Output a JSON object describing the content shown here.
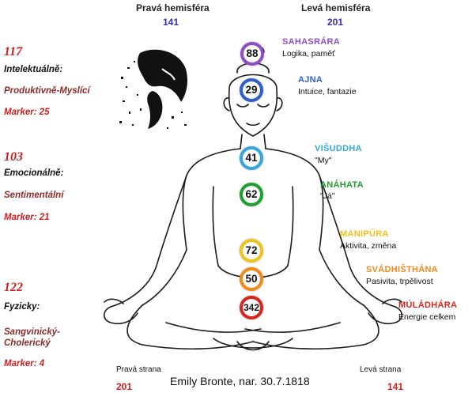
{
  "header": {
    "right_hemisphere_label": "Pravá hemisféra",
    "right_hemisphere_value": "141",
    "left_hemisphere_label": "Levá hemisféra",
    "left_hemisphere_value": "201"
  },
  "categories": [
    {
      "score": "117",
      "label": "Intelektuálně:",
      "type": "Produktivně-Myslící",
      "marker": "Marker: 25"
    },
    {
      "score": "103",
      "label": "Emocionálně:",
      "type": "Sentimentální",
      "marker": "Marker: 21"
    },
    {
      "score": "122",
      "label": "Fyzicky:",
      "type_line1": "Sangvinický-",
      "type_line2": "Cholerický",
      "marker": "Marker: 4"
    }
  ],
  "chakras": [
    {
      "value": "88",
      "name": "SAHASRÁRA",
      "desc": "Logika, paměť",
      "color": "#8e4fc6"
    },
    {
      "value": "29",
      "name": "AJNA",
      "desc": "Intuice, fantazie",
      "color": "#2f5fc9"
    },
    {
      "value": "41",
      "name": "VIŠUDDHA",
      "desc": "\"My\"",
      "color": "#36a7dc"
    },
    {
      "value": "62",
      "name": "ANÁHATA",
      "desc": "\"Já\"",
      "color": "#1ea12e"
    },
    {
      "value": "72",
      "name": "MANIPÚRA",
      "desc": "Aktivita, změna",
      "color": "#f0c21a"
    },
    {
      "value": "50",
      "name": "SVÁDHIŠTHÁNA",
      "desc": "Pasivita, trpělivost",
      "color": "#f08a1c"
    },
    {
      "value": "342",
      "name": "MÚLÁDHÁRA",
      "desc": "Energie celkem",
      "color": "#d8261e"
    }
  ],
  "footer": {
    "right_side_label": "Pravá strana",
    "left_side_label": "Levá strana",
    "person": "Emily Bronte, nar. 30.7.1818",
    "right_side_value": "201",
    "left_side_value": "141"
  }
}
